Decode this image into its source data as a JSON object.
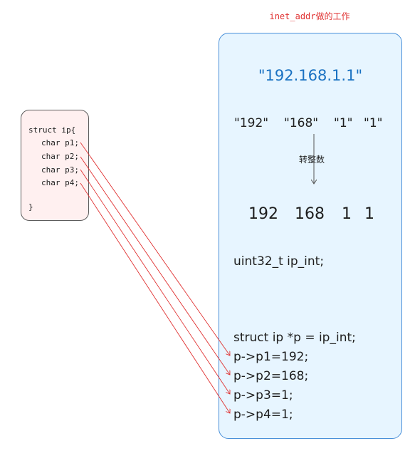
{
  "caption": "inet_addr做的工作",
  "left_struct": {
    "header": "struct ip{",
    "fields": [
      "char p1;",
      "char p2;",
      "char p3;",
      "char p4;"
    ],
    "closing": "}"
  },
  "ip_string": "\"192.168.1.1\"",
  "string_parts": [
    "\"192\"",
    "\"168\"",
    "\"1\"",
    "\"1\""
  ],
  "convert_label": "转整数",
  "numbers": [
    "192",
    "168",
    "1",
    "1"
  ],
  "declaration": "uint32_t ip_int;",
  "pointer_line": "struct ip *p = ip_int;",
  "assignments": [
    "p->p1=192;",
    "p->p2=168;",
    "p->p3=1;",
    "p->p4=1;"
  ],
  "colors": {
    "caption": "#e03131",
    "ip_string": "#1971c2",
    "arrows": "#e03131",
    "box_fill": "#e7f5ff",
    "struct_fill": "#fff0f0"
  }
}
